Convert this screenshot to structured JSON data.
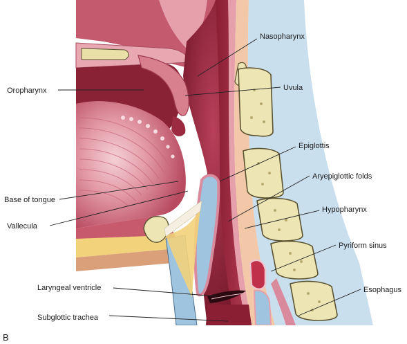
{
  "figure": {
    "panel_letter": "B",
    "labels": {
      "nasopharynx": "Nasopharynx",
      "oropharynx": "Oropharynx",
      "uvula": "Uvula",
      "epiglottis": "Epiglottis",
      "aryepiglottic_folds": "Aryepiglottic folds",
      "base_of_tongue": "Base of tongue",
      "hypopharynx": "Hypopharynx",
      "vallecula": "Vallecula",
      "pyriform_sinus": "Pyriform sinus",
      "laryngeal_ventricle": "Laryngeal ventricle",
      "esophagus": "Esophagus",
      "subglottic_trachea": "Subglottic trachea"
    }
  },
  "colors": {
    "lumen_dark": "#7a1a2a",
    "lumen": "#a8324a",
    "mucosa": "#d98a9c",
    "mucosa_light": "#f0c4cc",
    "tongue": "#c85a6e",
    "bone": "#ede6b4",
    "bone_outline": "#5a5230",
    "cartilage": "#9fc4e0",
    "fat": "#f2d27a",
    "palate_bone": "#e9e0a8"
  }
}
